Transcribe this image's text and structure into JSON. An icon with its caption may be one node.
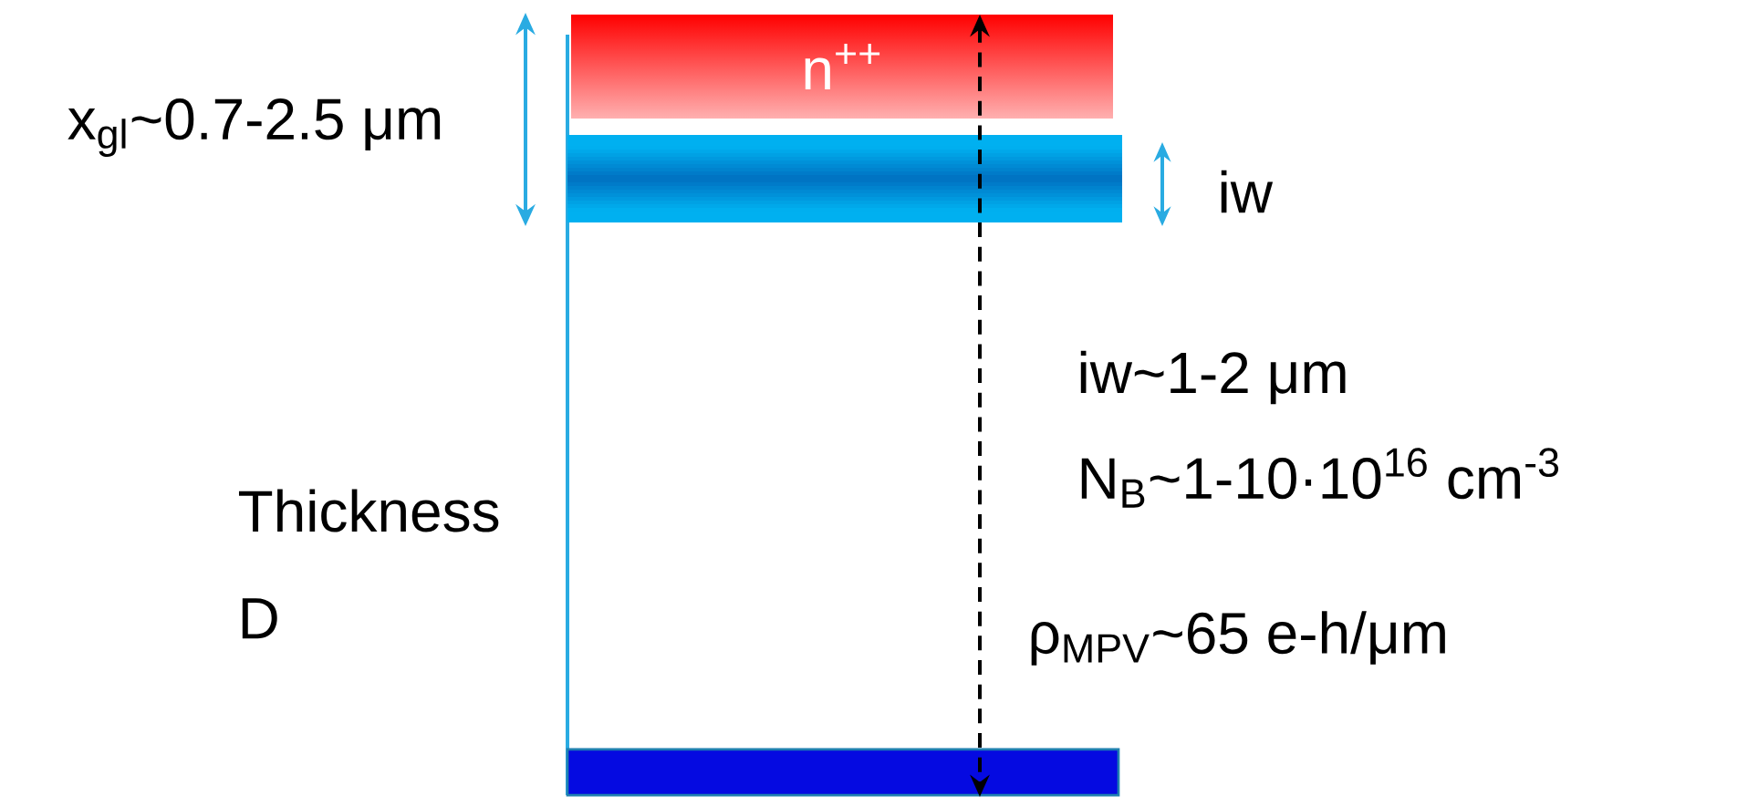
{
  "diagram": {
    "nodes": [
      {
        "text": [
          "n$^{++}$"
        ]
      },
      {
        "text": [],
        "shape": "box"
      },
      {
        "text": [],
        "shape": "bar"
      }
    ],
    "labels": [
      "x$_{gl}$~0.7-2.5 μm",
      "iw",
      "iw~1-2 μm",
      "N$_{B}$~1-10·10$^{16}$ cm$^{-3}$",
      "Thickness D",
      "ρ$_{MPV}$~65 e-h/μm"
    ]
  }
}
